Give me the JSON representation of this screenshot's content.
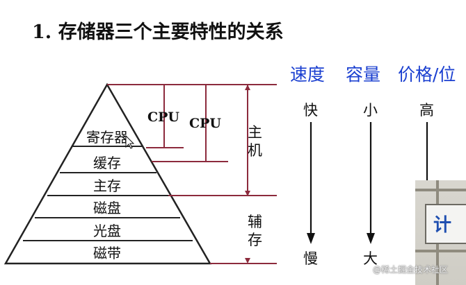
{
  "title": "1.  存储器三个主要特性的关系",
  "headers": {
    "speed": "速度",
    "capacity": "容量",
    "price": "价格/位"
  },
  "levels": [
    "寄存器",
    "缓存",
    "主存",
    "磁盘",
    "光盘",
    "磁带"
  ],
  "cpu_labels": [
    "CPU",
    "CPU"
  ],
  "host_label": [
    "主",
    "机"
  ],
  "aux_label": [
    "辅",
    "存"
  ],
  "speed_top": "快",
  "speed_bottom": "慢",
  "capacity_top": "小",
  "capacity_bottom": "大",
  "price_top": "高",
  "photo_sign": "计",
  "watermark": "@稀土掘金技术社区"
}
